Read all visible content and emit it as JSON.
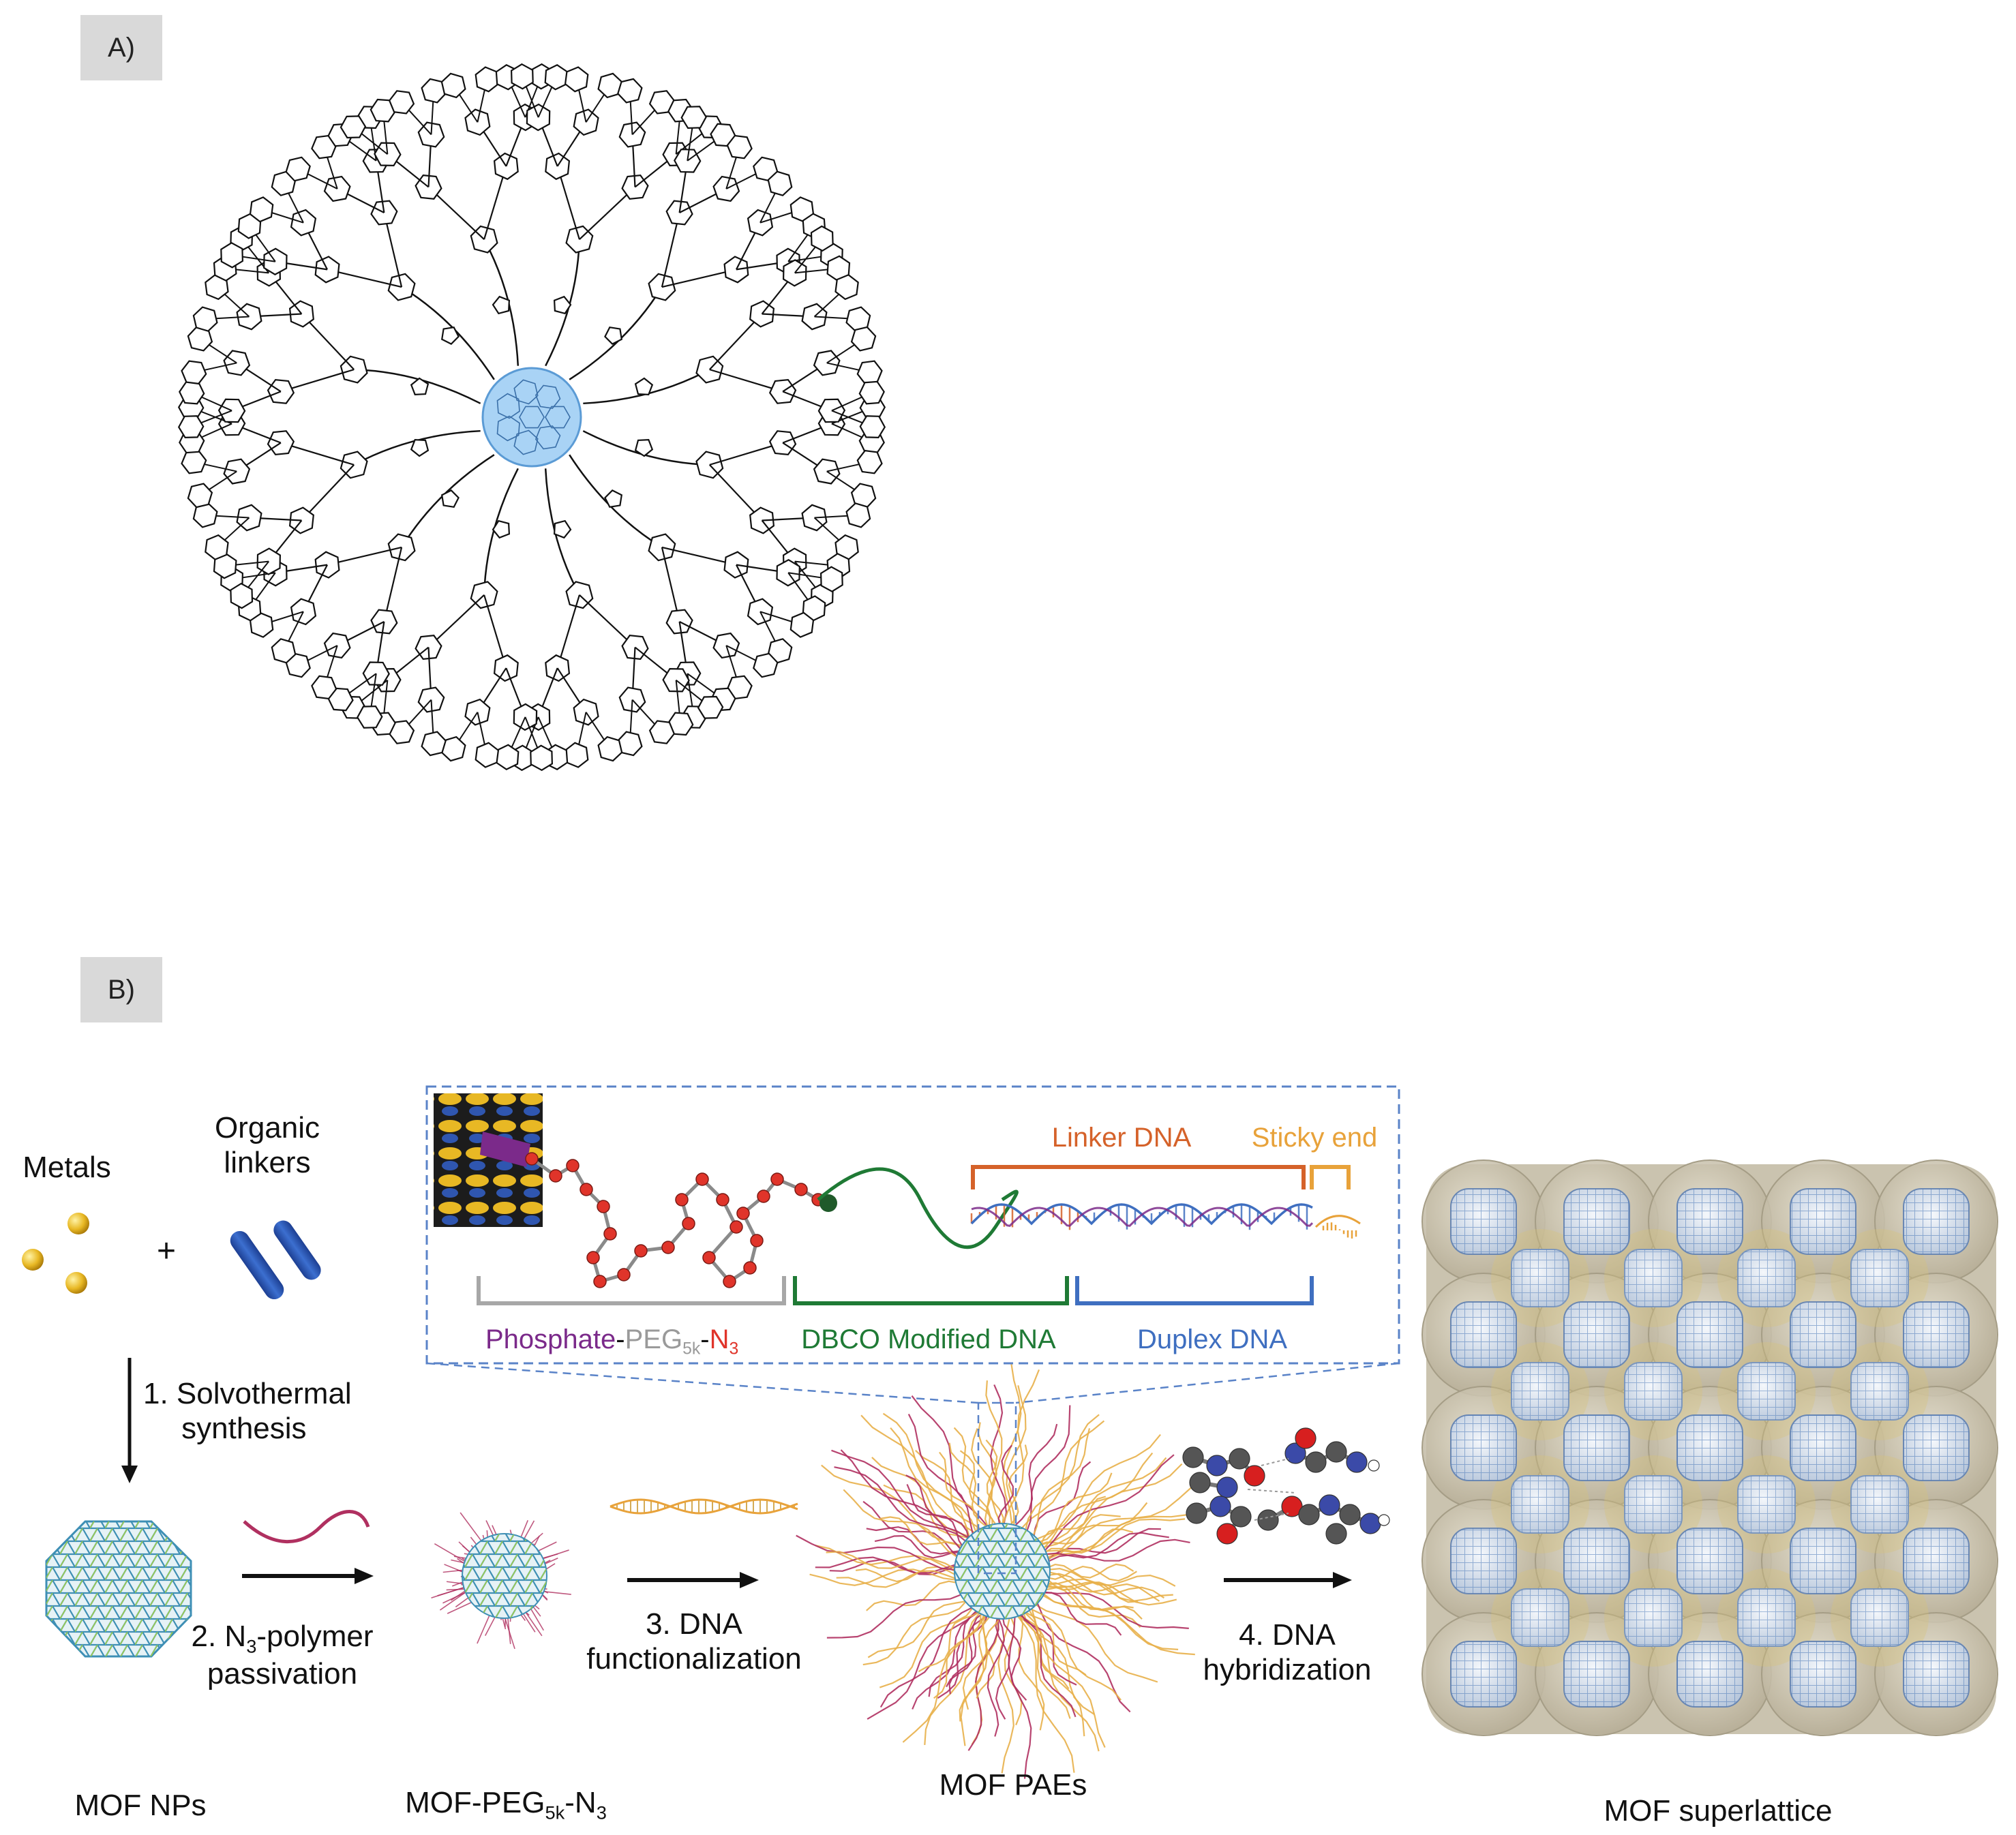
{
  "panel_a": {
    "tag": "A)"
  },
  "panel_b": {
    "tag": "B)",
    "inputs": {
      "metals": "Metals",
      "organic_linkers": "Organic linkers",
      "plus": "+"
    },
    "steps": {
      "step1": [
        "1. Solvothermal",
        "synthesis"
      ],
      "step2": {
        "pre": "2. N",
        "sub": "3",
        "post": "-polymer",
        "line2": "passivation"
      },
      "step3": [
        "3. DNA",
        "functionalization"
      ],
      "step4": [
        "4. DNA",
        "hybridization"
      ]
    },
    "products": {
      "mof_nps": "MOF NPs",
      "mof_peg": {
        "pre": "MOF-PEG",
        "sub1": "5k",
        "mid": "-N",
        "sub2": "3"
      },
      "mof_paes": "MOF PAEs",
      "mof_superlattice": "MOF superlattice"
    },
    "inset": {
      "linker_dna": "Linker DNA",
      "sticky_end": "Sticky end",
      "phosphate": "Phosphate",
      "dash1": "-",
      "peg": "PEG",
      "peg_sub": "5k",
      "dash2": "-",
      "n3": "N",
      "n3_sub": "3",
      "dbco": "DBCO Modified DNA",
      "duplex": "Duplex DNA"
    },
    "colors": {
      "phosphate": "#7b2a8a",
      "peg": "#9a9a9a",
      "n3": "#e0342a",
      "dbco": "#1f7a35",
      "duplex": "#3f6fc0",
      "linker": "#d5622a",
      "sticky": "#e8a23a",
      "gold": "#e8b824",
      "mof_blue": "#2f56b0"
    }
  }
}
